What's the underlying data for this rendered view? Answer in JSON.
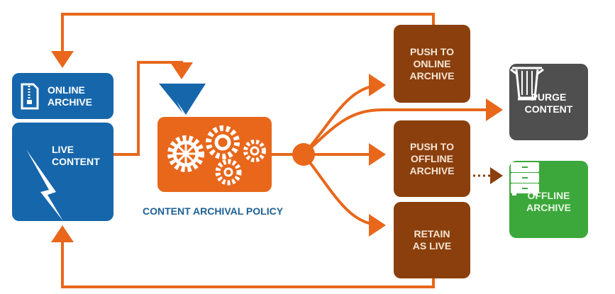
{
  "colors": {
    "blue": "#1666ab",
    "orange": "#e8671b",
    "brown": "#8a3f0c",
    "gray": "#4f4f4f",
    "green": "#3ca83b",
    "text_blue": "#1e5f94"
  },
  "nodes": {
    "online_archive": {
      "label": "ONLINE\nARCHIVE",
      "icon": "zip-file-icon"
    },
    "live_content": {
      "label": "LIVE\nCONTENT",
      "icon": "lightning-icon"
    },
    "policy": {
      "label": "CONTENT ARCHIVAL POLICY",
      "icon": "gears-icon"
    },
    "push_online": {
      "label": "PUSH TO\nONLINE\nARCHIVE"
    },
    "push_offline": {
      "label": "PUSH TO\nOFFLINE\nARCHIVE"
    },
    "retain": {
      "label": "RETAIN\nAS LIVE"
    },
    "purge": {
      "label": "PURGE\nCONTENT",
      "icon": "trash-can-icon"
    },
    "offline_archive": {
      "label": "OFFLINE\nARCHIVE",
      "icon": "cabinet-icon"
    }
  }
}
